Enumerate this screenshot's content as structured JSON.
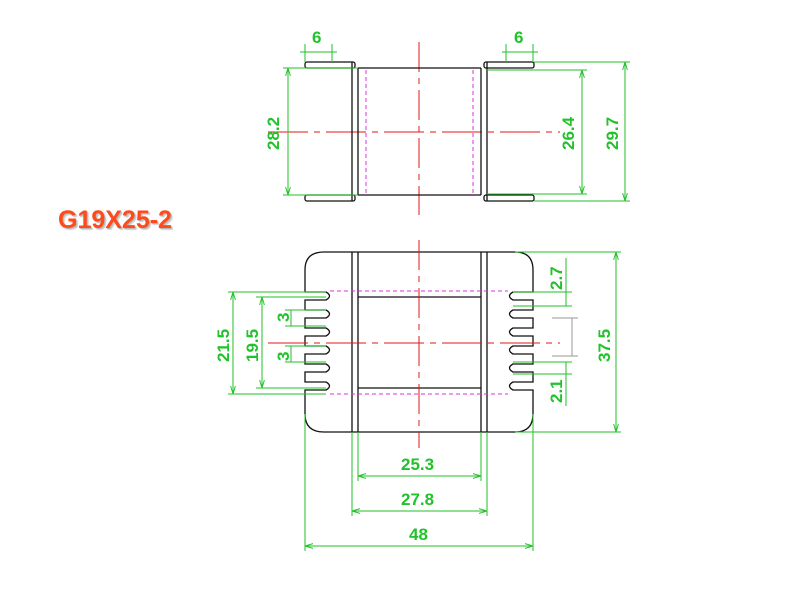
{
  "title": "G19X25-2",
  "colors": {
    "title": "#ff4a1c",
    "dimension": "#22c22a",
    "outline": "#111111",
    "centerline": "#e01818",
    "hidden_line": "#e030e0"
  },
  "top_view": {
    "flange_left": "6",
    "flange_right": "6",
    "inner_height": "28.2",
    "core_height": "26.4",
    "total_height": "29.7"
  },
  "front_view": {
    "outer_slot_span": "21.5",
    "inner_slot_span": "19.5",
    "slot_upper": "3",
    "slot_lower": "3",
    "right_top_gap": "2.7",
    "right_bottom_gap": "2.1",
    "total_height": "37.5",
    "inner_width": "25.3",
    "mid_width": "27.8",
    "total_width": "48"
  }
}
